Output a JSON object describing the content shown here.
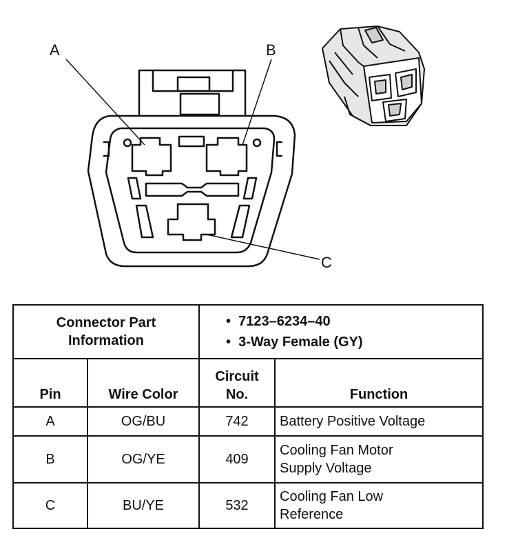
{
  "diagram": {
    "pin_labels": [
      "A",
      "B",
      "C"
    ]
  },
  "table": {
    "connector_info_label_line1": "Connector Part",
    "connector_info_label_line2": "Information",
    "part_number": "7123–6234–40",
    "connector_type": "3-Way Female (GY)",
    "headers": {
      "pin": "Pin",
      "wire_color": "Wire Color",
      "circuit_line1": "Circuit",
      "circuit_line2": "No.",
      "function": "Function"
    },
    "rows": [
      {
        "pin": "A",
        "wire_color": "OG/BU",
        "circuit": "742",
        "function_line1": "Battery Positive Voltage",
        "function_line2": ""
      },
      {
        "pin": "B",
        "wire_color": "OG/YE",
        "circuit": "409",
        "function_line1": "Cooling Fan Motor",
        "function_line2": "Supply Voltage"
      },
      {
        "pin": "C",
        "wire_color": "BU/YE",
        "circuit": "532",
        "function_line1": "Cooling Fan Low",
        "function_line2": "Reference"
      }
    ]
  }
}
